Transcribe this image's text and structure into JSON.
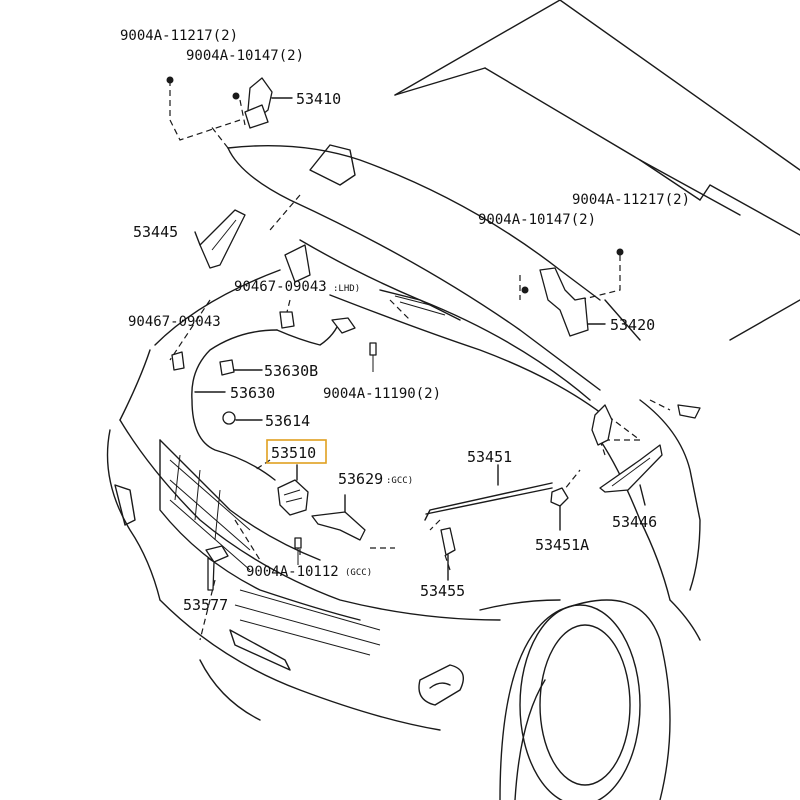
{
  "labels": {
    "top_bolt": "9004A-11217(2)",
    "top_bolt_b": "9004A-10147(2)",
    "hinge_l": "53410",
    "bracket_l": "53445",
    "right_bolt": "9004A-11217(2)",
    "right_bolt_b": "9004A-10147(2)",
    "cushion_lhd": "90467-09043",
    "cushion_lhd_sub": "LHD",
    "cushion": "90467-09043",
    "hinge_r": "53420",
    "clip_b": "53630B",
    "bolt_1119": "9004A-11190(2)",
    "cable": "53630",
    "stopper": "53614",
    "lock": "53510",
    "support_rod": "53451",
    "catch_gcc": "53629",
    "catch_gcc_sub": "GCC",
    "holder": "53451A",
    "bracket_r": "53446",
    "bolt_gcc": "9004A-10112",
    "bolt_gcc_sub": "GCC",
    "holder_clip": "53455",
    "bumper_bolt": "53577"
  },
  "colors": {
    "line": "#1a1a1a",
    "highlight": "#e0a020"
  }
}
